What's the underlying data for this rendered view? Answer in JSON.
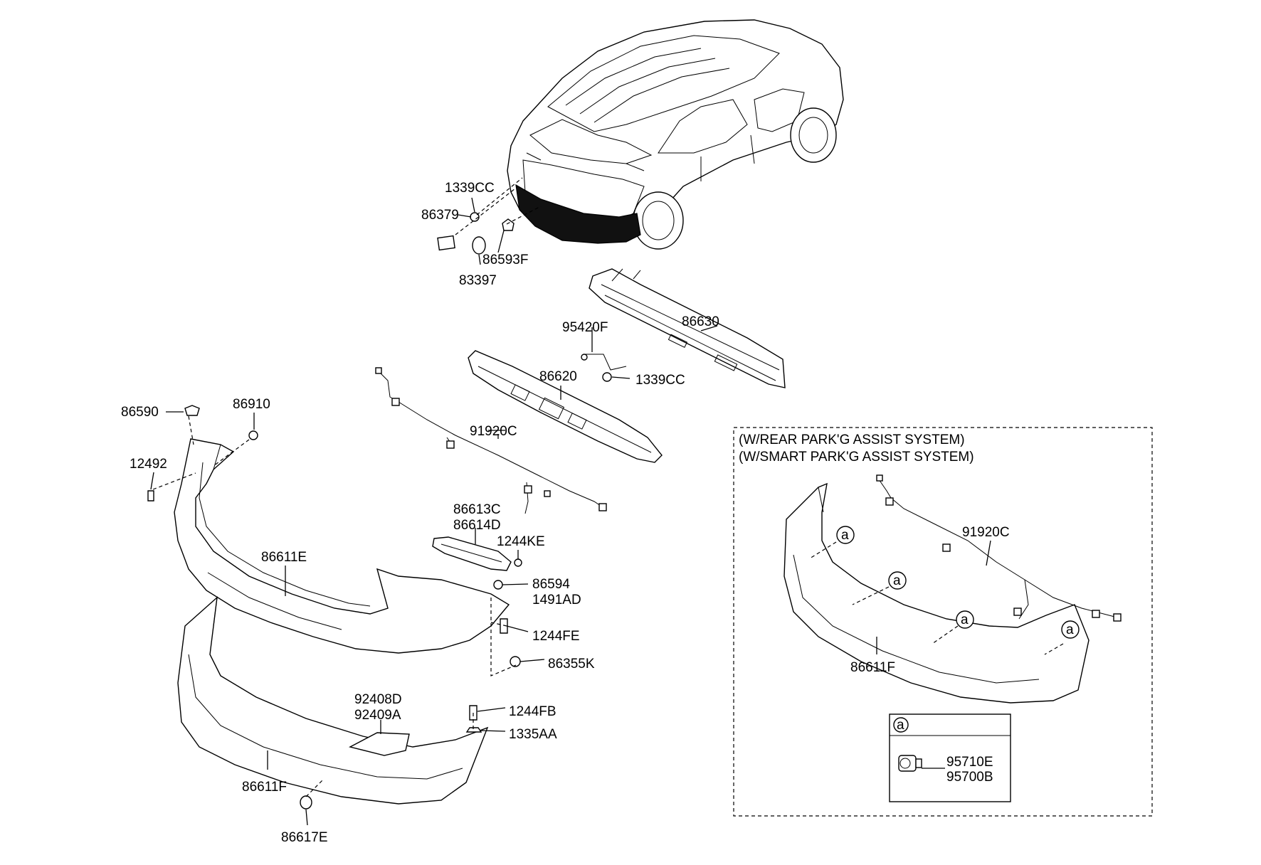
{
  "callouts": [
    {
      "id": "lbl-1339cc-top",
      "text": "1339CC"
    },
    {
      "id": "lbl-86379",
      "text": "86379"
    },
    {
      "id": "lbl-86593f",
      "text": "86593F"
    },
    {
      "id": "lbl-83397",
      "text": "83397"
    },
    {
      "id": "lbl-86630",
      "text": "86630"
    },
    {
      "id": "lbl-95420f",
      "text": "95420F"
    },
    {
      "id": "lbl-86620",
      "text": "86620"
    },
    {
      "id": "lbl-1339cc-mid",
      "text": "1339CC"
    },
    {
      "id": "lbl-86590",
      "text": "86590"
    },
    {
      "id": "lbl-86910",
      "text": "86910"
    },
    {
      "id": "lbl-91920c",
      "text": "91920C"
    },
    {
      "id": "lbl-12492",
      "text": "12492"
    },
    {
      "id": "lbl-86613c",
      "text": "86613C"
    },
    {
      "id": "lbl-86614d",
      "text": "86614D"
    },
    {
      "id": "lbl-1244ke",
      "text": "1244KE"
    },
    {
      "id": "lbl-86611e",
      "text": "86611E"
    },
    {
      "id": "lbl-86594",
      "text": "86594"
    },
    {
      "id": "lbl-1491ad",
      "text": "1491AD"
    },
    {
      "id": "lbl-1244fe",
      "text": "1244FE"
    },
    {
      "id": "lbl-86355k",
      "text": "86355K"
    },
    {
      "id": "lbl-92408d",
      "text": "92408D"
    },
    {
      "id": "lbl-92409a",
      "text": "92409A"
    },
    {
      "id": "lbl-1244fb",
      "text": "1244FB"
    },
    {
      "id": "lbl-1335aa",
      "text": "1335AA"
    },
    {
      "id": "lbl-86611f-main",
      "text": "86611F"
    },
    {
      "id": "lbl-86617e",
      "text": "86617E"
    }
  ],
  "inset": {
    "title_line1": "(W/REAR PARK'G ASSIST SYSTEM)",
    "title_line2": "(W/SMART PARK'G ASSIST SYSTEM)",
    "callouts": [
      {
        "id": "lbl-inset-91920c",
        "text": "91920C"
      },
      {
        "id": "lbl-inset-86611f",
        "text": "86611F"
      }
    ],
    "marker_letter": "a",
    "legend": {
      "key": "a",
      "parts": [
        "95710E",
        "95700B"
      ]
    }
  }
}
